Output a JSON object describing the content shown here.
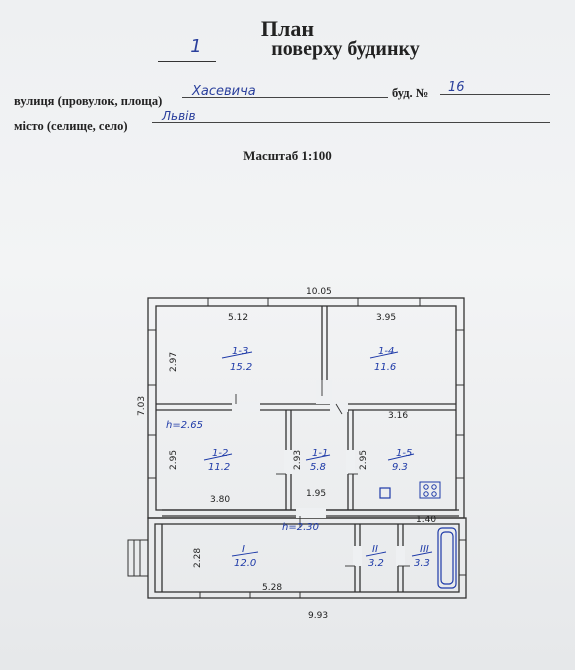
{
  "header": {
    "title": "План",
    "floor_number": "1",
    "floor_text": "поверху будинку",
    "street_label": "вулиця (провулок, площа)",
    "street_value": "Хасевича",
    "building_label": "буд. №",
    "building_value": "16",
    "city_label": "місто (селище, село)",
    "city_value": "Львів",
    "scale": "Масштаб 1:100"
  },
  "plan": {
    "overall_top": "10.05",
    "overall_bottom": "9.93",
    "overall_left": "7.03",
    "ceiling_upper": "h=2.65",
    "ceiling_lower": "h=2.30",
    "rooms": [
      {
        "id": "1-3",
        "label": "1-3",
        "area": "15.2",
        "width": "5.12",
        "height": "2.97"
      },
      {
        "id": "1-4",
        "label": "1-4",
        "area": "11.6",
        "width": "3.95"
      },
      {
        "id": "1-2",
        "label": "1-2",
        "area": "11.2",
        "width": "3.80",
        "height": "2.95"
      },
      {
        "id": "1-1",
        "label": "1-1",
        "area": "5.8",
        "width": "1.95",
        "height": "2.93"
      },
      {
        "id": "1-5",
        "label": "1-5",
        "area": "9.3",
        "width": "3.16",
        "height": "2.95"
      },
      {
        "id": "I",
        "label": "I",
        "area": "12.0",
        "width": "5.28",
        "height": "2.28"
      },
      {
        "id": "II",
        "label": "II",
        "area": "3.2"
      },
      {
        "id": "III",
        "label": "III",
        "area": "3.3",
        "width": "1.40"
      }
    ]
  }
}
